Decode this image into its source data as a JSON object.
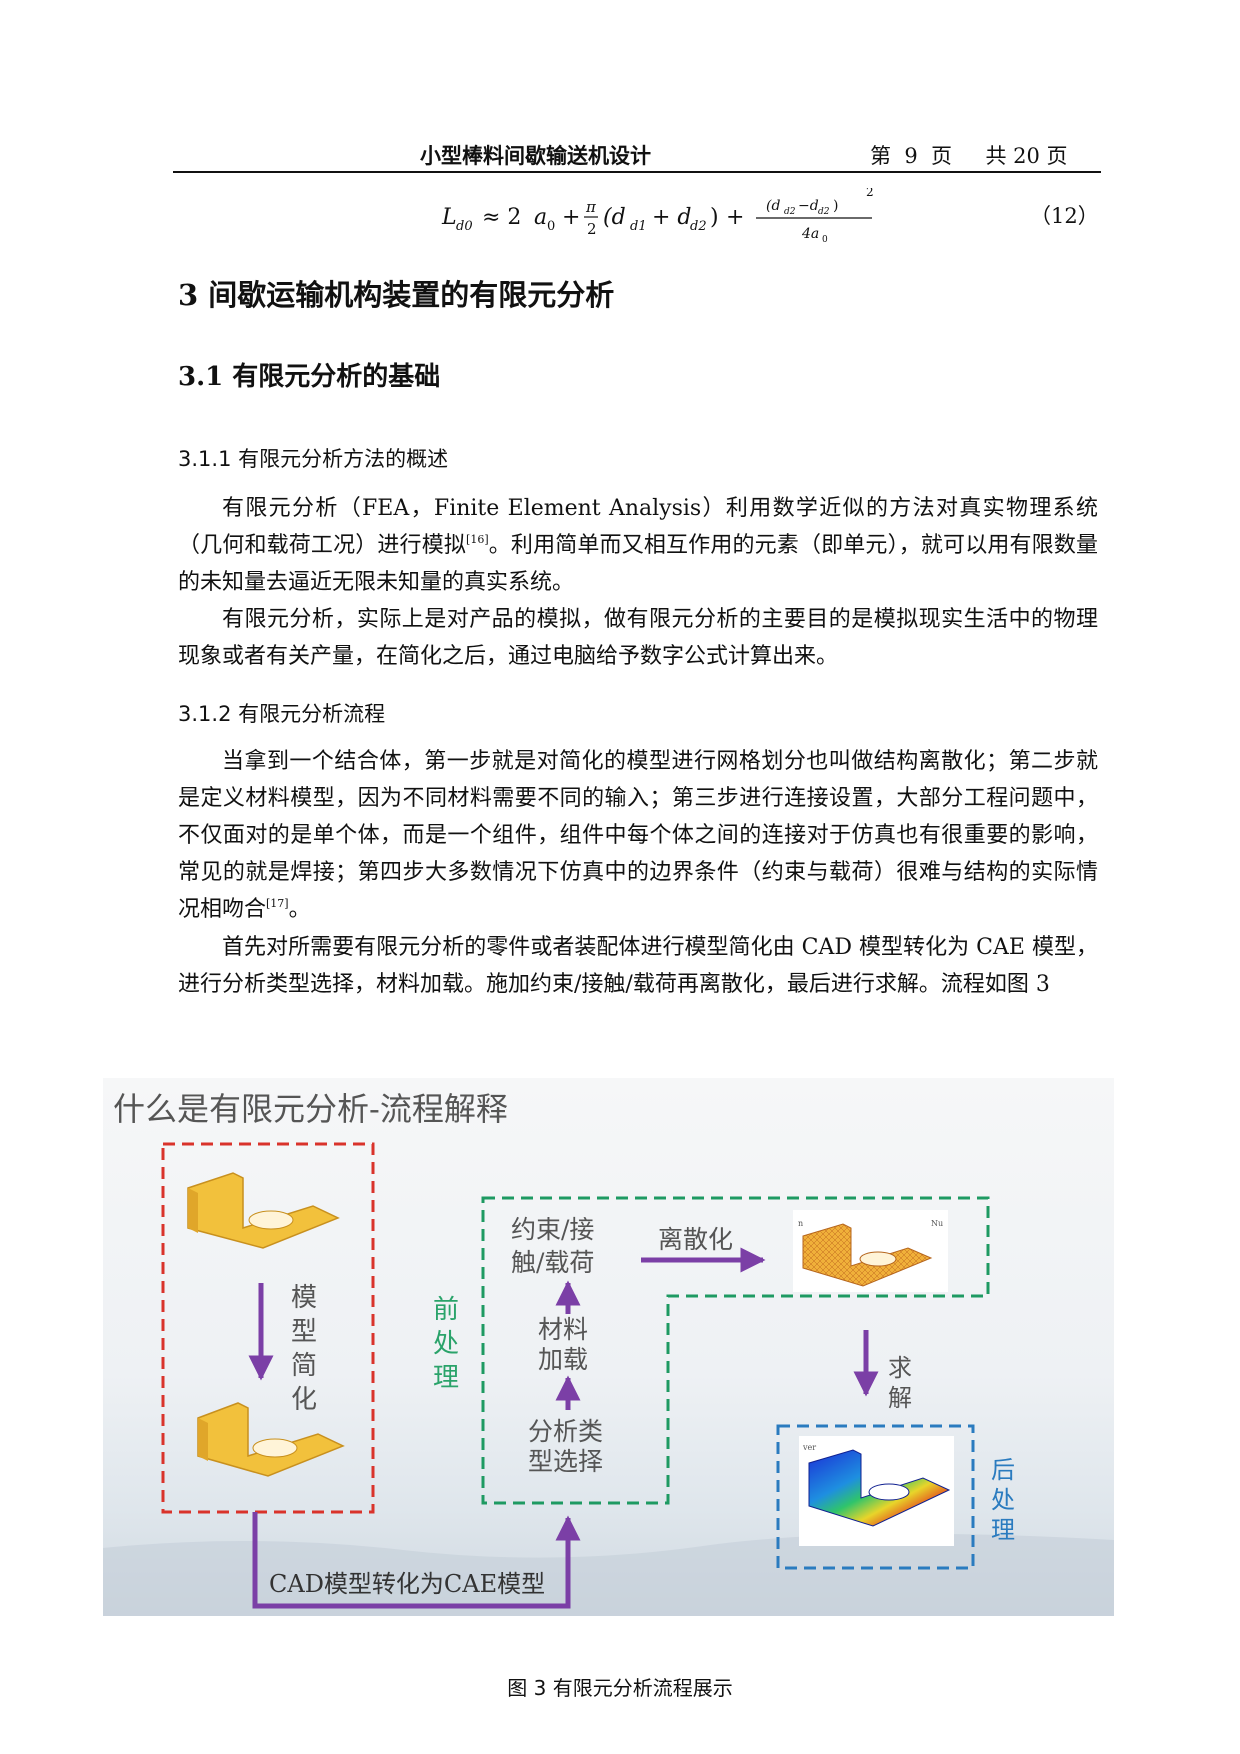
{
  "header": {
    "title": "小型棒料间歇输送机设计",
    "page_info": "第  9  页     共 20 页"
  },
  "equation": {
    "lhs": "L",
    "lhs_sub": "d0",
    "approx": "≈ 2",
    "a": "a",
    "a_sub": "0",
    "plus": "+",
    "pi": "π",
    "two": "2",
    "paren_open": "(d",
    "d1_sub": "d1",
    "plus_d": "+ d",
    "d2_sub": "d2",
    "paren_close": ")",
    "num": "(d",
    "num_sub1": "d2",
    "num_mid": "−d",
    "num_sub2": "d2",
    "num_close": ")",
    "num_exp": "2",
    "den": "4a",
    "den_sub": "0",
    "number": "（12）"
  },
  "headings": {
    "h1": "3 间歇运输机构装置的有限元分析",
    "h2": "3.1 有限元分析的基础",
    "h3a": "3.1.1 有限元分析方法的概述",
    "h3b": "3.1.2 有限元分析流程"
  },
  "paragraphs": {
    "p1_a": "有限元分析（FEA，Finite Element Analysis）利用数学近似的方法对真实物理系统（几何和载荷工况）进行模拟",
    "p1_ref": "[16]",
    "p1_b": "。利用简单而又相互作用的元素（即单元），就可以用有限数量的未知量去逼近无限未知量的真实系统。",
    "p2": "有限元分析，实际上是对产品的模拟，做有限元分析的主要目的是模拟现实生活中的物理现象或者有关产量，在简化之后，通过电脑给予数字公式计算出来。",
    "p3_a": "当拿到一个结合体，第一步就是对简化的模型进行网格划分也叫做结构离散化；第二步就是定义材料模型，因为不同材料需要不同的输入；第三步进行连接设置，大部分工程问题中，不仅面对的是单个体，而是一个组件，组件中每个体之间的连接对于仿真也有很重要的影响，常见的就是焊接；第四步大多数情况下仿真中的边界条件（约束与载荷）很难与结构的实际情况相吻合",
    "p3_ref": "[17]",
    "p3_b": "。",
    "p4": "首先对所需要有限元分析的零件或者装配体进行模型简化由 CAD 模型转化为 CAE 模型，进行分析类型选择，材料加载。施加约束/接触/载荷再离散化，最后进行求解。流程如图 3"
  },
  "figure": {
    "title": "什么是有限元分析-流程解释",
    "model_simplify": [
      "模",
      "型",
      "简",
      "化"
    ],
    "pre": [
      "前",
      "处",
      "理"
    ],
    "constraint": [
      "约束/接",
      "触/载荷"
    ],
    "material": [
      "材料",
      "加载"
    ],
    "analysis": [
      "分析类",
      "型选择"
    ],
    "discretize": "离散化",
    "solve": [
      "求",
      "解"
    ],
    "post": [
      "后",
      "处",
      "理"
    ],
    "cad_to_cae": "CAD模型转化为CAE模型",
    "tiny_labels": {
      "mesh_left": "n",
      "mesh_right": "Nu",
      "result_corner": "ver"
    },
    "colors": {
      "red_box": "#d9332b",
      "green_box": "#1e9a62",
      "blue_box": "#2a7bbf",
      "arrow": "#7b3fa6",
      "part": "#f2c13c",
      "pre_text": "#2aa36a",
      "post_text": "#2a7bbf"
    }
  },
  "caption": "图 3  有限元分析流程展示"
}
